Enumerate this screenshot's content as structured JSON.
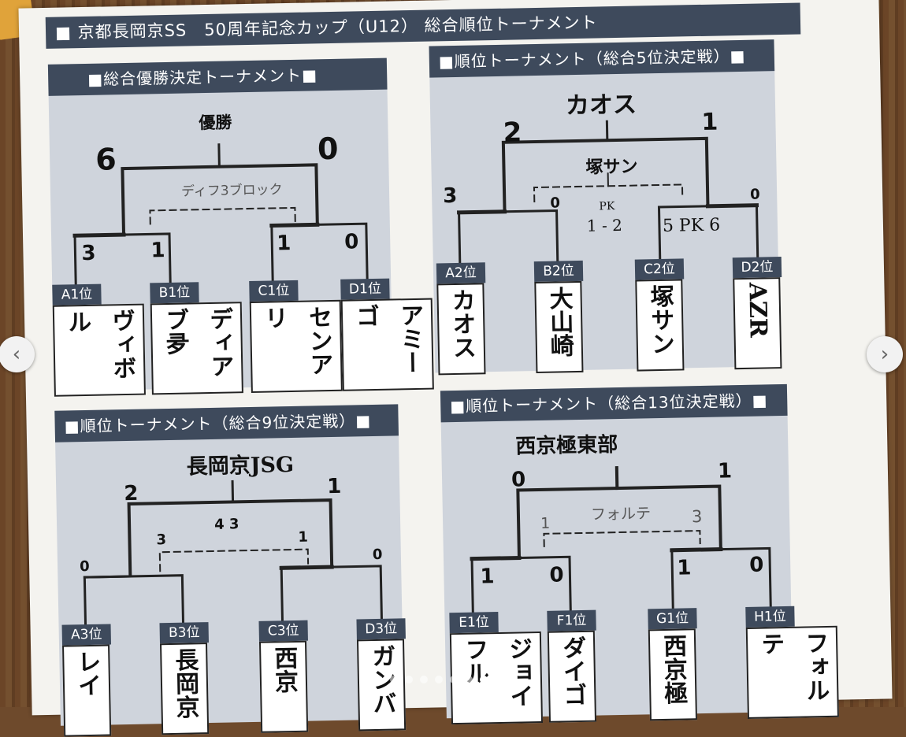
{
  "document": {
    "title": "■  京都長岡京SS　50周年記念カップ（U12） 総合順位トーナメント"
  },
  "panels": [
    {
      "heading": "■総合優勝決定トーナメント■",
      "winner_label": "優勝",
      "scores": [
        "6",
        "0",
        "3",
        "1",
        "1",
        "0"
      ],
      "pencil_note": "ディフ3ブロック",
      "slots": [
        {
          "tag": "A1位",
          "name": "ヴィボル"
        },
        {
          "tag": "B1位",
          "name": "ディアブ夛"
        },
        {
          "tag": "C1位",
          "name": "センアリ"
        },
        {
          "tag": "D1位",
          "name": "アミーゴ"
        }
      ]
    },
    {
      "heading": "■順位トーナメント（総合5位決定戦）■",
      "winner_label": "カオス",
      "scores": [
        "2",
        "1",
        "3",
        "0",
        "0"
      ],
      "mid_label": "塚サン",
      "pk_labels": [
        "PK",
        "1 - 2",
        "5 PK 6"
      ],
      "slots": [
        {
          "tag": "A2位",
          "name": "カオス"
        },
        {
          "tag": "B2位",
          "name": "大山崎"
        },
        {
          "tag": "C2位",
          "name": "塚サン"
        },
        {
          "tag": "D2位",
          "name": "AZR"
        }
      ]
    },
    {
      "heading": "■順位トーナメント（総合9位決定戦）■",
      "winner_label": "長岡京JSG",
      "scores": [
        "2",
        "1",
        "0",
        "3",
        "4 3",
        "1",
        "0"
      ],
      "slots": [
        {
          "tag": "A3位",
          "name": "レイ"
        },
        {
          "tag": "B3位",
          "name": "長岡京"
        },
        {
          "tag": "C3位",
          "name": "西京"
        },
        {
          "tag": "D3位",
          "name": "ガンバ"
        }
      ]
    },
    {
      "heading": "■順位トーナメント（総合13位決定戦）■",
      "winner_label": "西京極東部",
      "scores": [
        "0",
        "1",
        "1",
        "0",
        "1",
        "0"
      ],
      "pencil_note": "フォルテ",
      "pencil_scores": [
        "1",
        "3"
      ],
      "slots": [
        {
          "tag": "E1位",
          "name": "ジョイフル"
        },
        {
          "tag": "F1位",
          "name": "ダイゴ"
        },
        {
          "tag": "G1位",
          "name": "西京極"
        },
        {
          "tag": "H1位",
          "name": "フォルテ"
        }
      ]
    }
  ],
  "carousel": {
    "prev_icon": "‹",
    "next_icon": "›",
    "total_slides": 9,
    "active_slide": 8
  }
}
